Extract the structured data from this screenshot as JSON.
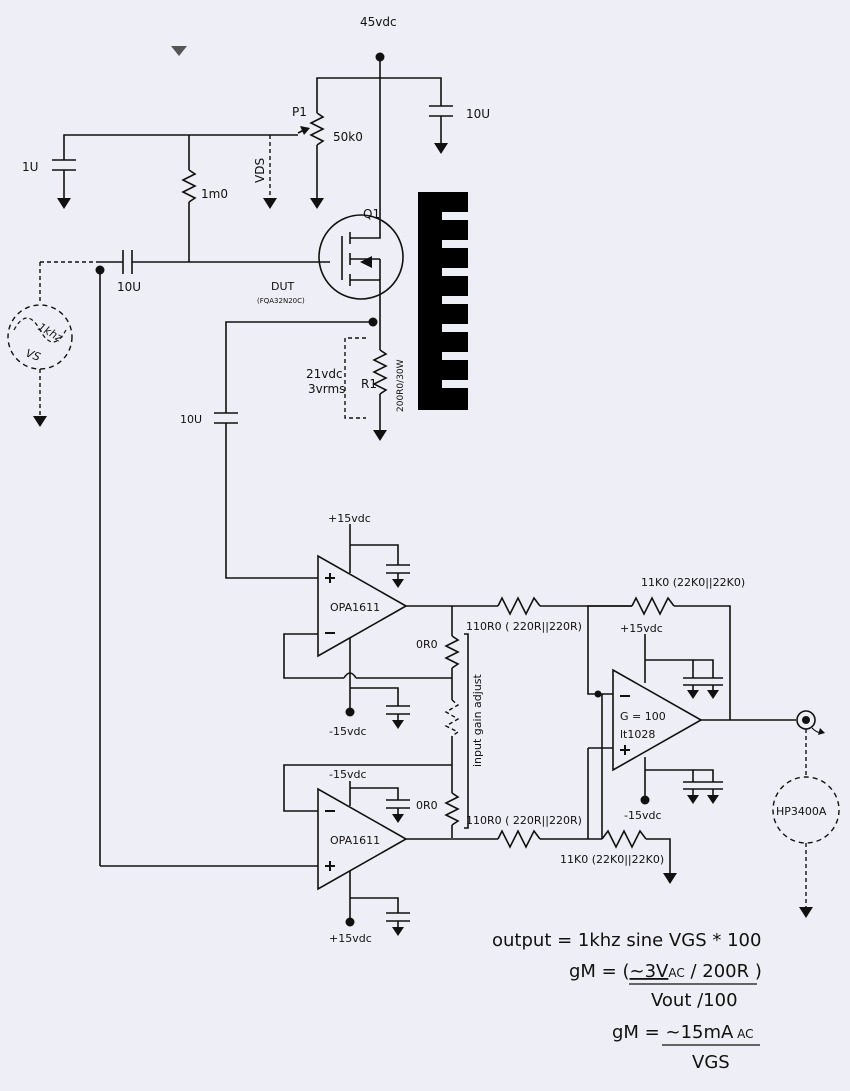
{
  "labels": {
    "supply_45": "45vdc",
    "cap_10u_top": "10U",
    "pot_name": "P1",
    "pot_value": "50k0",
    "cap_1u": "1U",
    "vds": "VDS",
    "res_1m0": "1m0",
    "q1": "Q1",
    "cap_10u_in": "10U",
    "dut": "DUT",
    "dut_part": "(FQA32N20C)",
    "source_1khz": "1khz",
    "source_vs": "VS",
    "bias_21": "21vdc",
    "bias_3": "3vrms",
    "r1": "R1",
    "r1_value": "200R0/30W",
    "cap_10u_couple": "10U",
    "supply_p15_top": "+15vdc",
    "opamp_top": "OPA1611",
    "supply_m15_top": "-15vdc",
    "res_110_top": "110R0 ( 220R||220R)",
    "res_11k_top": "11K0 (22K0||22K0)",
    "supply_p15_right": "+15vdc",
    "gain_label": "G = 100",
    "opamp_right": "lt1028",
    "supply_m15_right": "-15vdc",
    "res_0r0_top": "0R0",
    "gain_adjust": "input gain adjust",
    "res_0r0_bot": "0R0",
    "supply_m15_bot_top": "-15vdc",
    "opamp_bot": "OPA1611",
    "res_110_bot": "110R0 ( 220R||220R)",
    "res_11k_bot": "11K0 (22K0||22K0)",
    "supply_p15_bot": "+15vdc",
    "meter": "HP3400A"
  },
  "equations": {
    "line1": "output = 1khz  sine VGS * 100",
    "line2_prefix": "gM = (",
    "line2_value": "~3V",
    "line2_sub": "AC",
    "line2_suffix": " / 200R )",
    "line3": "Vout /100",
    "line4_prefix": "gM = ",
    "line4_value": "~15mA",
    "line4_sub": " AC",
    "line5": "VGS"
  }
}
